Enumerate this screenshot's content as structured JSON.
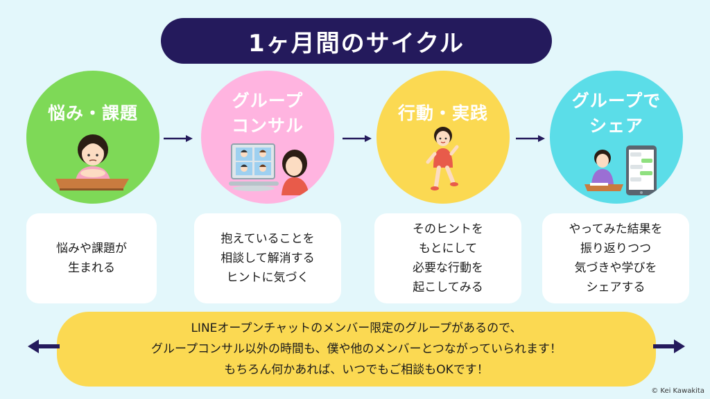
{
  "title": "1ヶ月間のサイクル",
  "colors": {
    "background": "#e3f7fb",
    "title_bg": "#241a5c",
    "arrow": "#241a5c",
    "bottom_bg": "#fbd952"
  },
  "steps": [
    {
      "title": "悩み・課題",
      "color": "#7ed957",
      "description": "悩みや課題が\n生まれる",
      "icon": "worried-person-at-desk"
    },
    {
      "title": "グループ\nコンサル",
      "color": "#ffb4e0",
      "description": "抱えていることを\n相談して解消する\nヒントに気づく",
      "icon": "video-call-group"
    },
    {
      "title": "行動・実践",
      "color": "#fbd952",
      "description": "そのヒントを\nもとにして\n必要な行動を\n起こしてみる",
      "icon": "running-person"
    },
    {
      "title": "グループで\nシェア",
      "color": "#5bdde8",
      "description": "やってみた結果を\n振り返りつつ\n気づきや学びを\nシェアする",
      "icon": "smartphone-chat"
    }
  ],
  "bottom_message": "LINEオープンチャットのメンバー限定のグループがあるので、\nグループコンサル以外の時間も、僕や他のメンバーとつながっていられます！\nもちろん何かあれば、いつでもご相談もOKです！",
  "copyright": "© Kei Kawakita"
}
